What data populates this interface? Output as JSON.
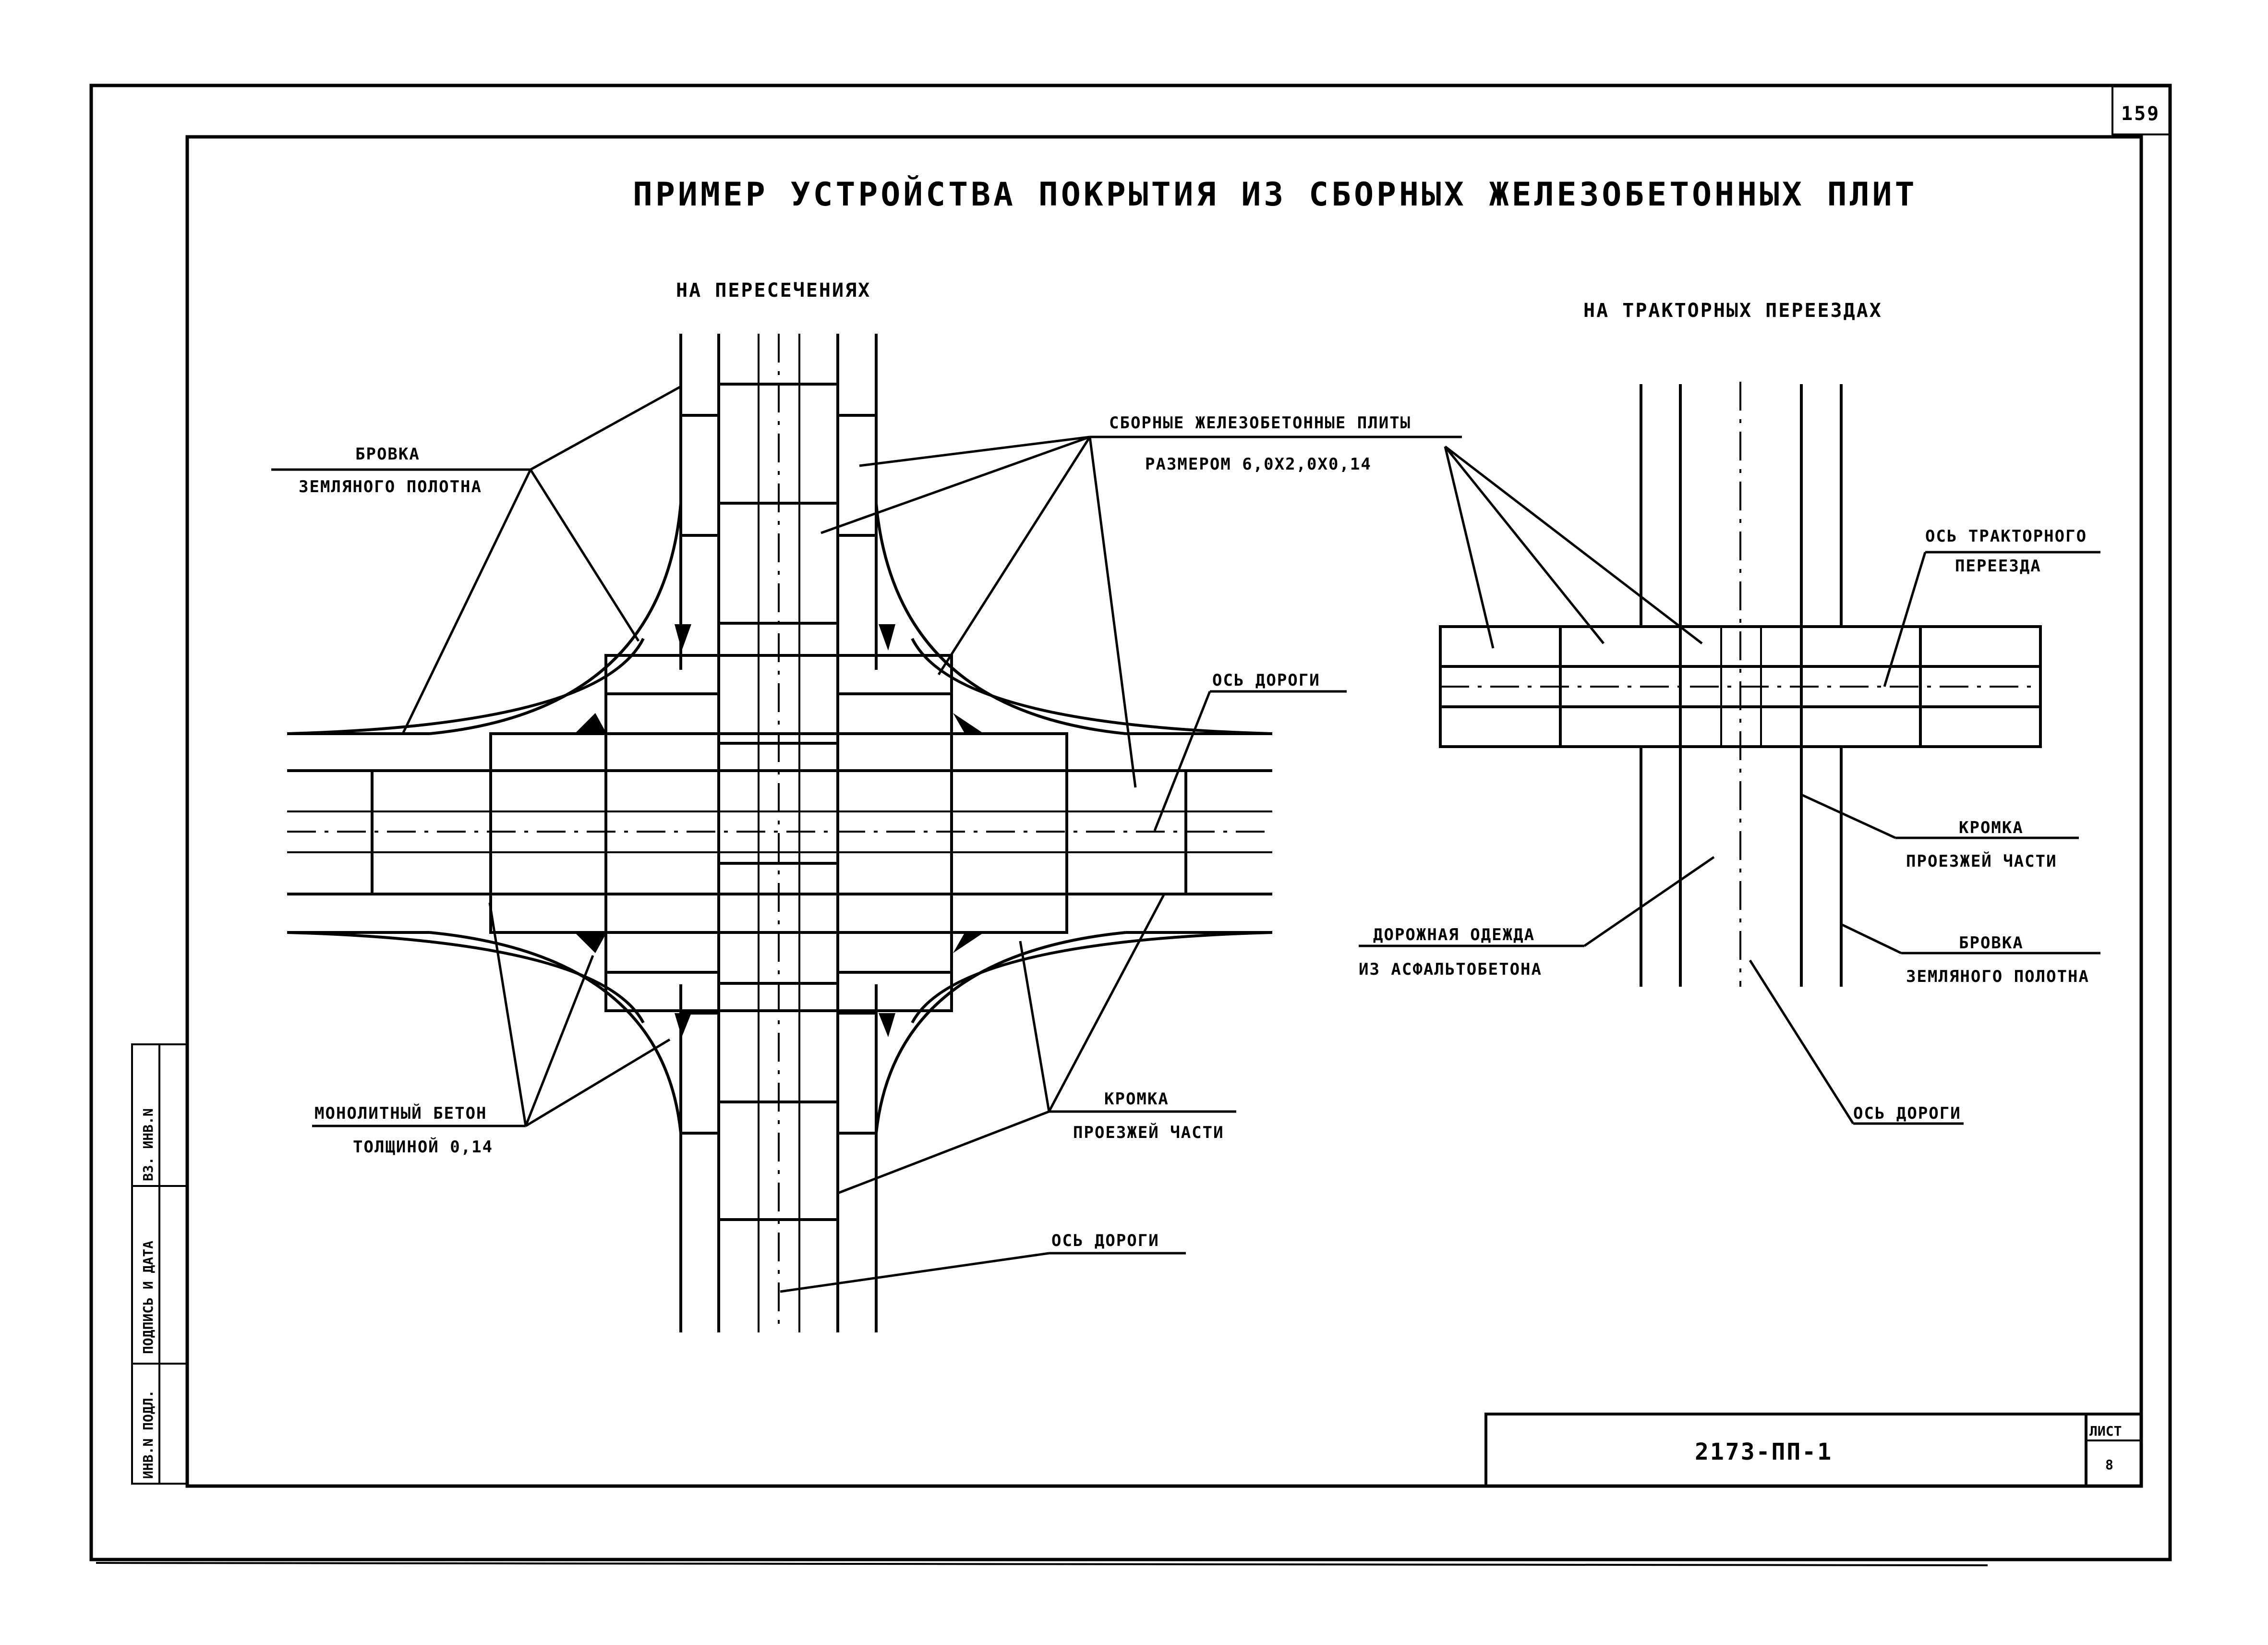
{
  "sheet_page_number": "159",
  "title": "ПРИМЕР   УСТРОЙСТВА   ПОКРЫТИЯ   ИЗ   СБОРНЫХ   ЖЕЛЕЗОБЕТОННЫХ   ПЛИТ",
  "left_view": {
    "heading": "НА ПЕРЕСЕЧЕНИЯХ",
    "labels": {
      "edge_roadbed_1": "БРОВКА",
      "edge_roadbed_2": "ЗЕМЛЯНОГО ПОЛОТНА",
      "slabs_1": "СБОРНЫЕ ЖЕЛЕЗОБЕТОННЫЕ ПЛИТЫ",
      "slabs_2": "РАЗМЕРОМ 6,0Х2,0Х0,14",
      "road_axis_right": "ОСЬ ДОРОГИ",
      "monolith_1": "МОНОЛИТНЫЙ БЕТОН",
      "monolith_2": "ТОЛЩИНОЙ 0,14",
      "carriageway_edge_1": "КРОМКА",
      "carriageway_edge_2": "ПРОЕЗЖЕЙ ЧАСТИ",
      "road_axis_bottom": "ОСЬ ДОРОГИ"
    }
  },
  "right_view": {
    "heading": "НА ТРАКТОРНЫХ ПЕРЕЕЗДАХ",
    "labels": {
      "tractor_axis_1": "ОСЬ ТРАКТОРНОГО",
      "tractor_axis_2": "ПЕРЕЕЗДА",
      "carriageway_edge_1": "КРОМКА",
      "carriageway_edge_2": "ПРОЕЗЖЕЙ ЧАСТИ",
      "pavement_1": "ДОРОЖНАЯ ОДЕЖДА",
      "pavement_2": "ИЗ АСФАЛЬТОБЕТОНА",
      "edge_roadbed_1": "БРОВКА",
      "edge_roadbed_2": "ЗЕМЛЯНОГО ПОЛОТНА",
      "road_axis": "ОСЬ ДОРОГИ"
    }
  },
  "side_stamp": {
    "inv_original": "ИНВ.N ПОДЛ.",
    "signature_date": "ПОДПИСЬ И ДАТА",
    "replaced_inv": "ВЗ. ИНВ.N"
  },
  "title_block": {
    "document_code": "2173-ПП-1",
    "sheet_label": "ЛИСТ",
    "sheet_number": "8"
  }
}
